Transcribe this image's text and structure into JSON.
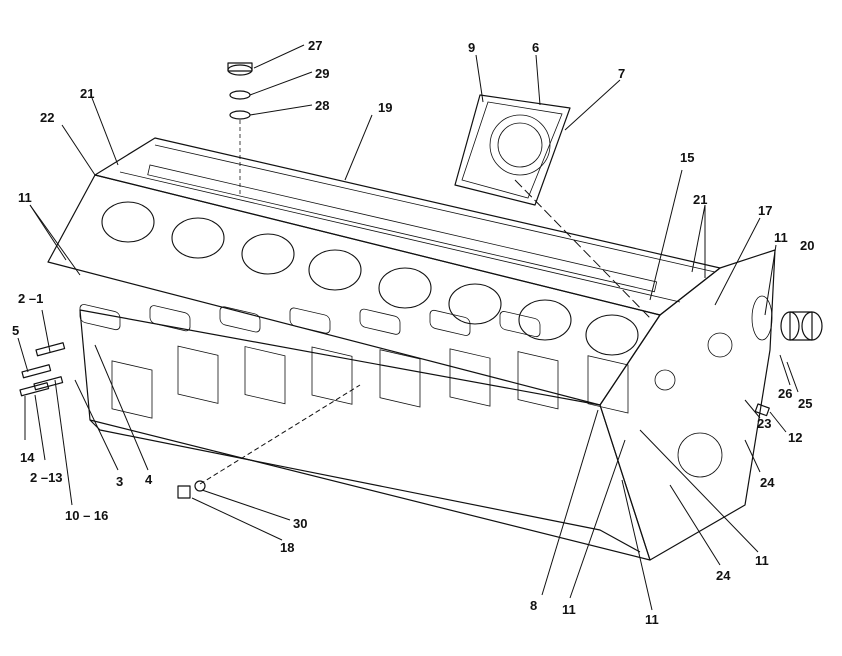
{
  "callouts": {
    "c27": "27",
    "c29": "29",
    "c28": "28",
    "c9": "9",
    "c6": "6",
    "c7": "7",
    "c21a": "21",
    "c22": "22",
    "c19": "19",
    "c15": "15",
    "c21b": "21",
    "c17": "17",
    "c11a": "11",
    "c11b": "11",
    "c20": "20",
    "c2_1": "2 –1",
    "c5": "5",
    "c26": "26",
    "c25": "25",
    "c23": "23",
    "c12": "12",
    "c14": "14",
    "c2_13": "2 –13",
    "c3": "3",
    "c4": "4",
    "c24a": "24",
    "c10_16": "10 – 16",
    "c30": "30",
    "c18": "18",
    "c11c": "11",
    "c24b": "24",
    "c8": "8",
    "c11d": "11",
    "c11e": "11"
  }
}
